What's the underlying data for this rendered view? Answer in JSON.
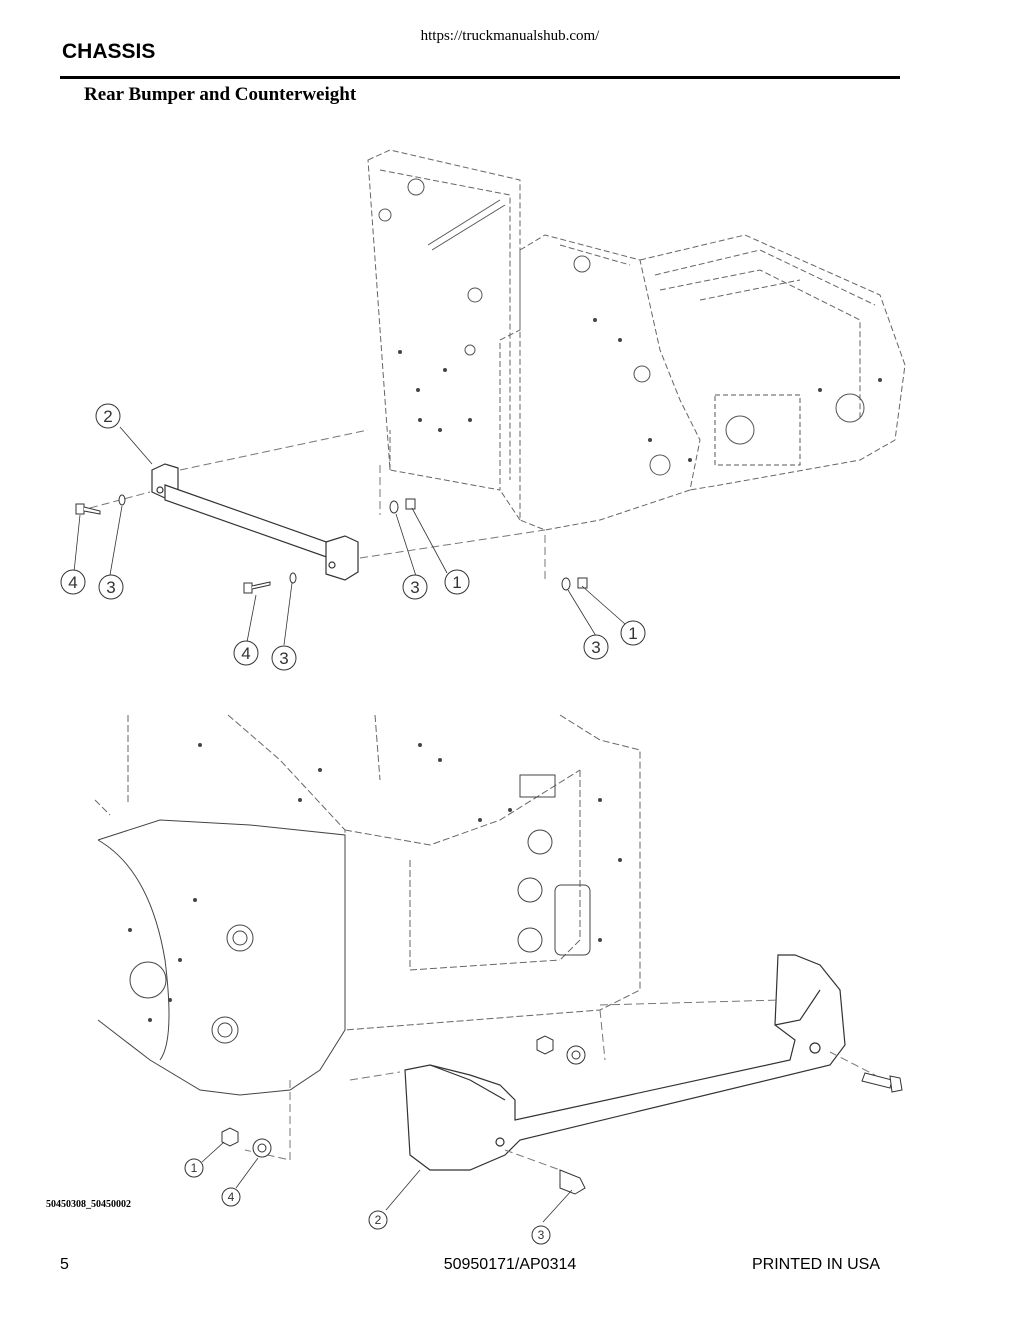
{
  "header": {
    "url": "https://truckmanualshub.com/",
    "section": "CHASSIS",
    "subtitle": "Rear Bumper and Counterweight"
  },
  "figure_top": {
    "callouts": [
      "2",
      "4",
      "3",
      "4",
      "3",
      "3",
      "1",
      "3",
      "1"
    ]
  },
  "figure_bottom": {
    "callouts": [
      "1",
      "4",
      "2",
      "3"
    ]
  },
  "drawing_id": "50450308_50450002",
  "footer": {
    "page": "5",
    "doc": "50950171/AP0314",
    "printed": "PRINTED IN USA"
  }
}
